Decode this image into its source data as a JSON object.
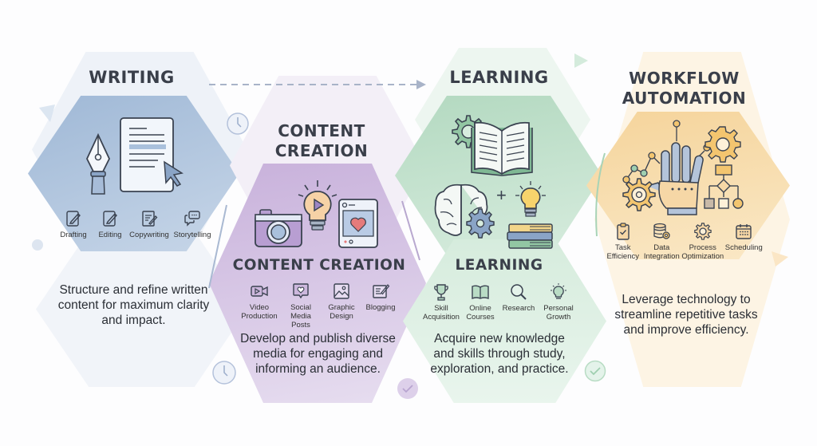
{
  "colors": {
    "writing": "#a9c0dc",
    "writing_light": "#eef2f8",
    "content": "#cdb8dd",
    "content_light": "#f1ecf6",
    "learning": "#b9dcc5",
    "learning_light": "#eaf5ee",
    "workflow": "#f6d9a4",
    "workflow_light": "#fdf3e2",
    "title_text": "#3a3f4a",
    "arrow": "#a8b3c8"
  },
  "sections": [
    {
      "id": "writing",
      "title": "WRITING",
      "illustration": [
        "fountain-pen-icon",
        "document-icon",
        "cursor-icon"
      ],
      "subitems": [
        {
          "label": "Drafting",
          "icon": "draft-icon"
        },
        {
          "label": "Editing",
          "icon": "edit-icon"
        },
        {
          "label": "Copywriting",
          "icon": "copywriting-icon"
        },
        {
          "label": "Storytelling",
          "icon": "chat-bubbles-icon"
        }
      ],
      "description": "Structure and refine written content for maximum clarity and impact."
    },
    {
      "id": "content-creation",
      "title": "CONTENT CREATION",
      "inner_title": "CONTENT CREATION",
      "illustration": [
        "camera-icon",
        "lightbulb-play-icon",
        "social-post-icon"
      ],
      "subitems": [
        {
          "label": "Video\nProduction",
          "icon": "video-camera-icon"
        },
        {
          "label": "Social Media\nPosts",
          "icon": "heart-bubble-icon"
        },
        {
          "label": "Graphic\nDesign",
          "icon": "image-icon"
        },
        {
          "label": "Blogging",
          "icon": "blog-icon"
        }
      ],
      "description": "Develop and publish diverse media for engaging and informing an audience."
    },
    {
      "id": "learning",
      "title": "LEARNING",
      "inner_title": "LEARNING",
      "illustration": [
        "gear-icon",
        "open-book-icon",
        "brain-icon",
        "lightbulb-icon",
        "books-icon"
      ],
      "subitems": [
        {
          "label": "Skill\nAcquisition",
          "icon": "trophy-icon"
        },
        {
          "label": "Online\nCourses",
          "icon": "book-icon"
        },
        {
          "label": "Research",
          "icon": "magnifier-icon"
        },
        {
          "label": "Personal\nGrowth",
          "icon": "lightbulb-icon"
        }
      ],
      "description": "Acquire new knowledge and skills through study, exploration, and practice."
    },
    {
      "id": "workflow-automation",
      "title": "WORKFLOW AUTOMATION",
      "illustration": [
        "robot-hand-icon",
        "gear-icon",
        "flowchart-icon",
        "graph-icon"
      ],
      "subitems": [
        {
          "label": "Task\nEfficiency",
          "icon": "clipboard-check-icon"
        },
        {
          "label": "Data\nIntegration",
          "icon": "database-gear-icon"
        },
        {
          "label": "Process\nOptimization",
          "icon": "gear-icon"
        },
        {
          "label": "Scheduling",
          "icon": "calendar-icon"
        }
      ],
      "description": "Leverage technology to streamline repetitive tasks and improve efficiency."
    }
  ],
  "titles": {
    "writing": "WRITING",
    "content_line1": "CONTENT",
    "content_line2": "CREATION",
    "content_inner": "CONTENT CREATION",
    "learning": "LEARNING",
    "learning_inner": "LEARNING",
    "workflow_line1": "WORKFLOW",
    "workflow_line2": "AUTOMATION"
  }
}
